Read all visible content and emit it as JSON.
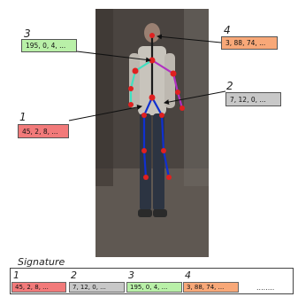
{
  "callouts": [
    {
      "number": "3",
      "text": "195, 0, 4, ...",
      "color": "#b9f0a8"
    },
    {
      "number": "4",
      "text": "3, 88, 74, ...",
      "color": "#f8a878"
    },
    {
      "number": "2",
      "text": "7, 12, 0, ...",
      "color": "#c8c8c8"
    },
    {
      "number": "1",
      "text": "45, 2, 8, ...",
      "color": "#f27a7a"
    }
  ],
  "signature": {
    "title": "Signature",
    "items": [
      {
        "number": "1",
        "text": "45, 2, 8, ...",
        "color": "#f27a7a"
      },
      {
        "number": "2",
        "text": "7, 12, 0, ...",
        "color": "#c8c8c8"
      },
      {
        "number": "3",
        "text": "195, 0, 4, ...",
        "color": "#b9f0a8"
      },
      {
        "number": "4",
        "text": "3, 88, 74, ...",
        "color": "#f8a878"
      }
    ],
    "ellipsis": "........"
  },
  "skeleton_colors": {
    "spine": "#1a1a1a",
    "left_arm": "#40e0c0",
    "right_arm": "#b030c0",
    "legs": "#1030d0",
    "joint": "#e02020"
  }
}
